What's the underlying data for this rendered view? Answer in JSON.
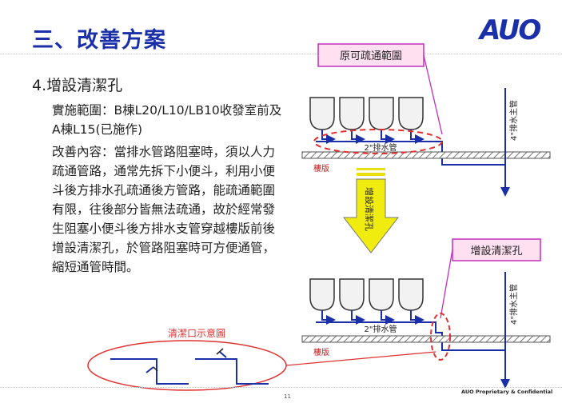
{
  "slide": {
    "title": "三、改善方案",
    "logo": "AUO",
    "section_heading": "4.增設清潔孔",
    "scope_text": "實施範圍：B棟L20/L10/LB10收發室前及A棟L15(已施作)",
    "content_text": "改善內容：當排水管路阻塞時，須以人力疏通管路，通常先拆下小便斗，利用小便斗後方排水孔疏通後方管路，能疏通範圍有限，往後部分皆無法疏通，故於經常發生阻塞小便斗後方排水支管穿越樓版前後增設清潔孔，於管路阻塞時可方便通管，縮短通管時間。",
    "page_number": "11",
    "footer": "AUO Proprietary & Confidential"
  },
  "diagram": {
    "top": {
      "callout": "原可疏通範圍",
      "branch_pipe_label": "2\"排水管",
      "main_pipe_label": "4\"排水主管",
      "floor_label": "樓版"
    },
    "arrow_label": "增設清潔孔",
    "bottom": {
      "callout": "增設清潔孔",
      "branch_pipe_label": "2\"排水管",
      "main_pipe_label": "4\"排水主管",
      "floor_label": "樓版"
    },
    "cleanout_label": "清潔口示意圖",
    "colors": {
      "title": "#1a2fa8",
      "pipe": "#1a2fa8",
      "highlight": "#e03030",
      "callout_border": "#c030c0",
      "callout_fill": "#ffe0f0",
      "arrow": "#f0ec10"
    }
  }
}
